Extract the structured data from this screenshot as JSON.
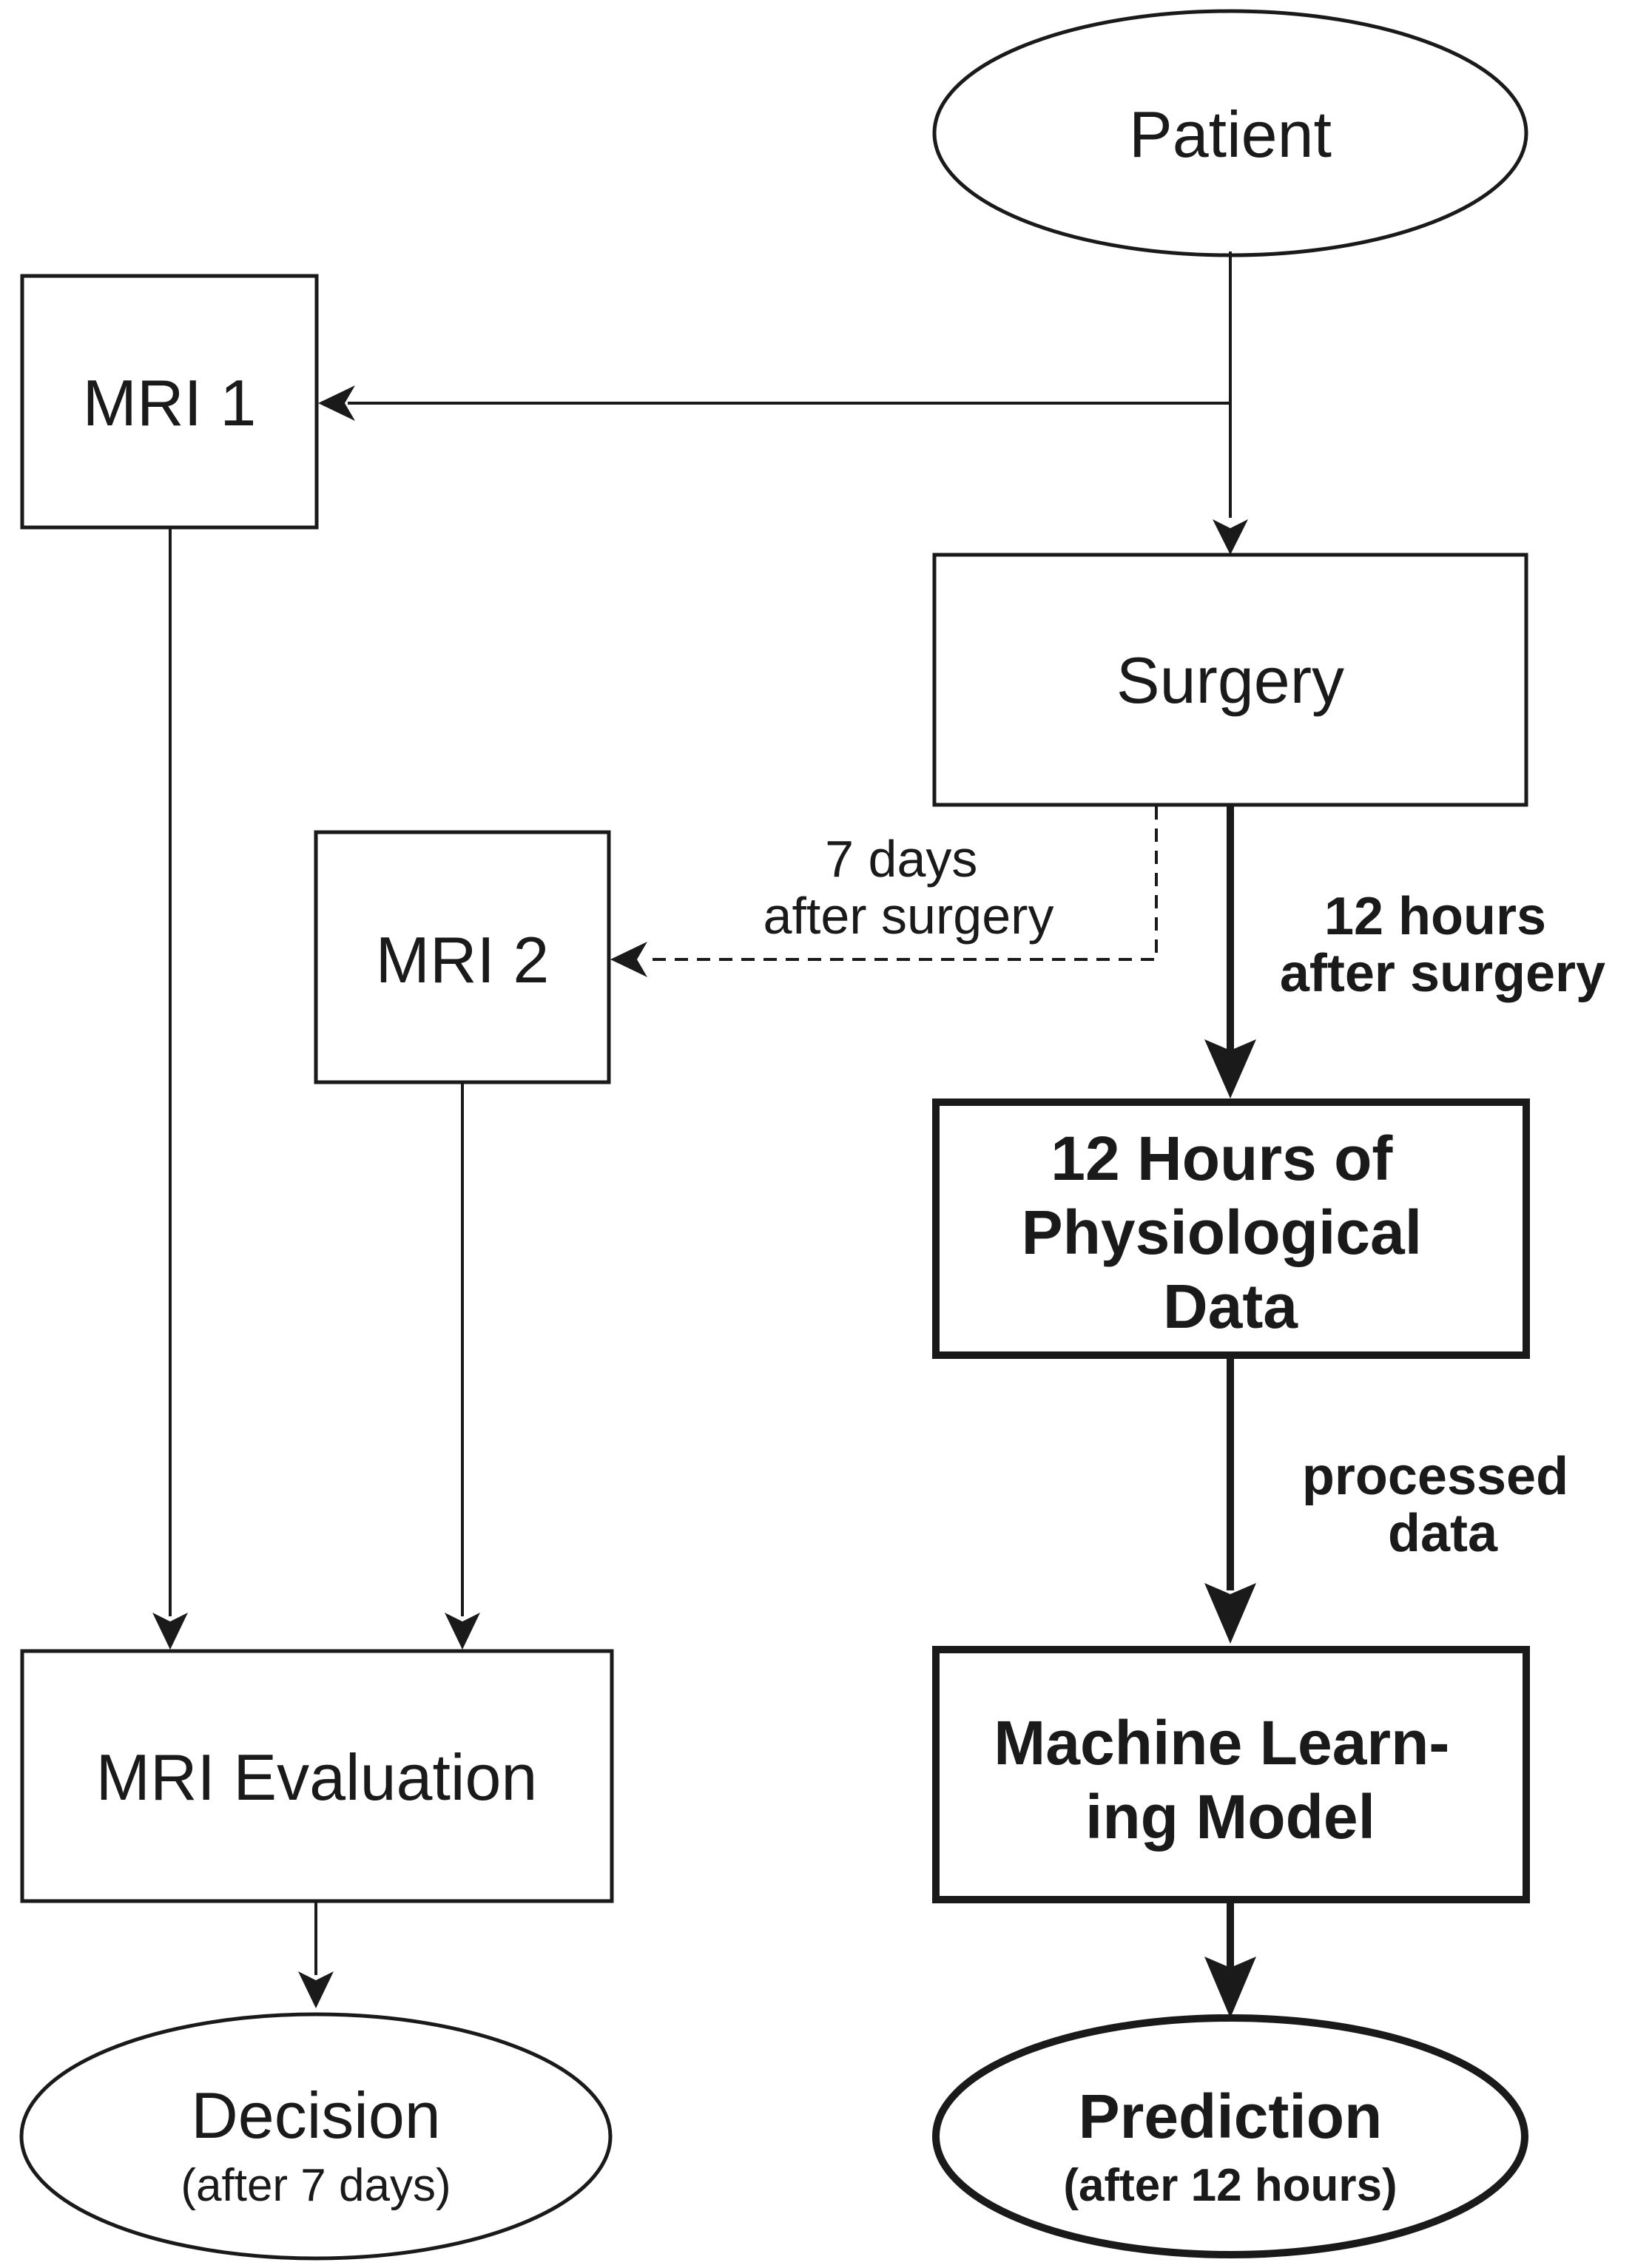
{
  "nodes": {
    "patient": {
      "label": "Patient"
    },
    "mri1": {
      "label": "MRI 1"
    },
    "surgery": {
      "label": "Surgery"
    },
    "mri2": {
      "label": "MRI 2"
    },
    "physio": {
      "lines": [
        "12 Hours of",
        "Physiological",
        "Data"
      ]
    },
    "mri_eval": {
      "label": "MRI Evaluation"
    },
    "ml_model": {
      "lines": [
        "Machine Learn-",
        "ing Model"
      ]
    },
    "decision": {
      "label": "Decision",
      "sublabel": "(after 7 days)"
    },
    "prediction": {
      "label": "Prediction",
      "sublabel": "(after 12 hours)"
    }
  },
  "edges": {
    "surgery_to_mri2": {
      "lines": [
        "7 days",
        "after surgery"
      ]
    },
    "surgery_to_physio": {
      "lines": [
        "12 hours",
        "after surgery"
      ]
    },
    "physio_to_ml": {
      "lines": [
        "processed",
        "data"
      ]
    }
  }
}
